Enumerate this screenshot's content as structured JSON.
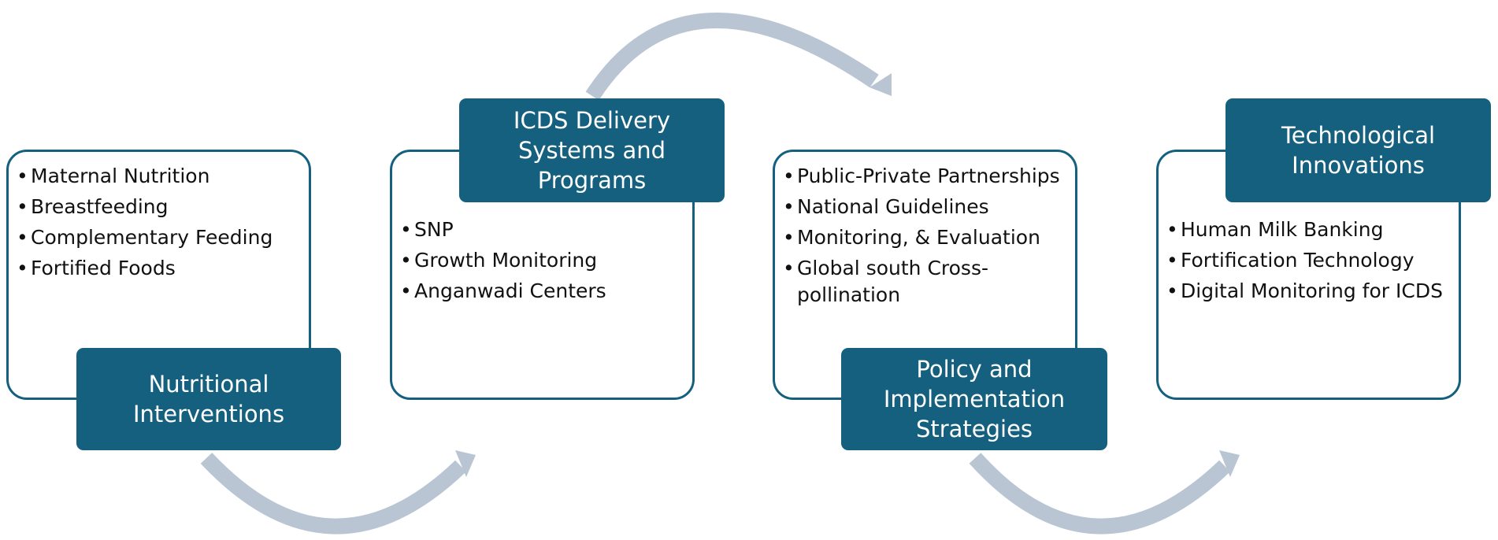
{
  "diagram": {
    "accent_color": "#15607f",
    "arrow_color": "#b9c5d3",
    "stages": [
      {
        "title": "Nutritional Interventions",
        "items": [
          "Maternal Nutrition",
          "Breastfeeding",
          "Complementary Feeding",
          "Fortified Foods"
        ]
      },
      {
        "title": "ICDS Delivery Systems and Programs",
        "items": [
          "SNP",
          "Growth Monitoring",
          "Anganwadi Centers"
        ]
      },
      {
        "title": "Policy and Implementation Strategies",
        "items": [
          "Public-Private Partnerships",
          "National Guidelines",
          "Monitoring, & Evaluation",
          "Global south Cross-pollination"
        ]
      },
      {
        "title": "Technological Innovations",
        "items": [
          "Human Milk Banking",
          "Fortification Technology",
          "Digital Monitoring for ICDS"
        ]
      }
    ]
  }
}
